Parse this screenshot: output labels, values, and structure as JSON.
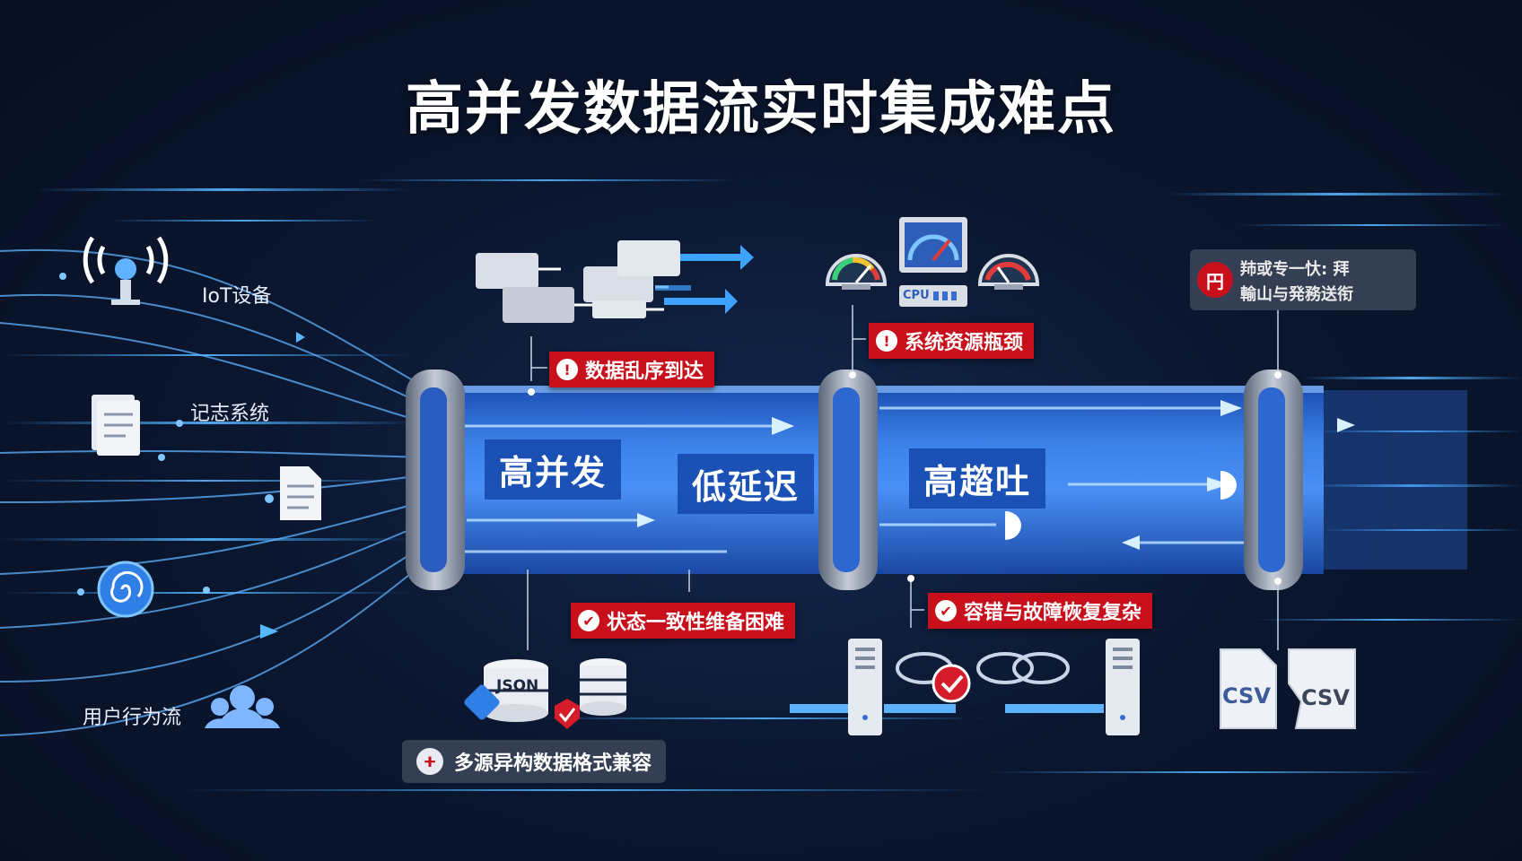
{
  "title": "高并发数据流实时集成难点",
  "sources": {
    "iot": "IoT设备",
    "log": "记志系统",
    "user": "用户行为流"
  },
  "pipe_labels": {
    "concurrency": "高并发",
    "latency": "低延迟",
    "throughput": "高趦吐"
  },
  "challenges": {
    "out_of_order": "数据乱序到达",
    "resource": "系统资源瓶颈",
    "state": "状态一致性维备困难",
    "fault": "容错与故障恢复复杂",
    "format": "多源异构数据格式兼容"
  },
  "misc": {
    "json": "JSON",
    "cpu": "CPU",
    "csv1": "CSV",
    "csv2": "CSV",
    "garbled_line1": "䍨或专一忕: 拜",
    "garbled_line2": "輸山与発務送衔",
    "garbled_icon": "円"
  },
  "colors": {
    "accent_red": "#c8101c",
    "pipe_blue": "#2e6fe0",
    "background": "#0b1730"
  }
}
